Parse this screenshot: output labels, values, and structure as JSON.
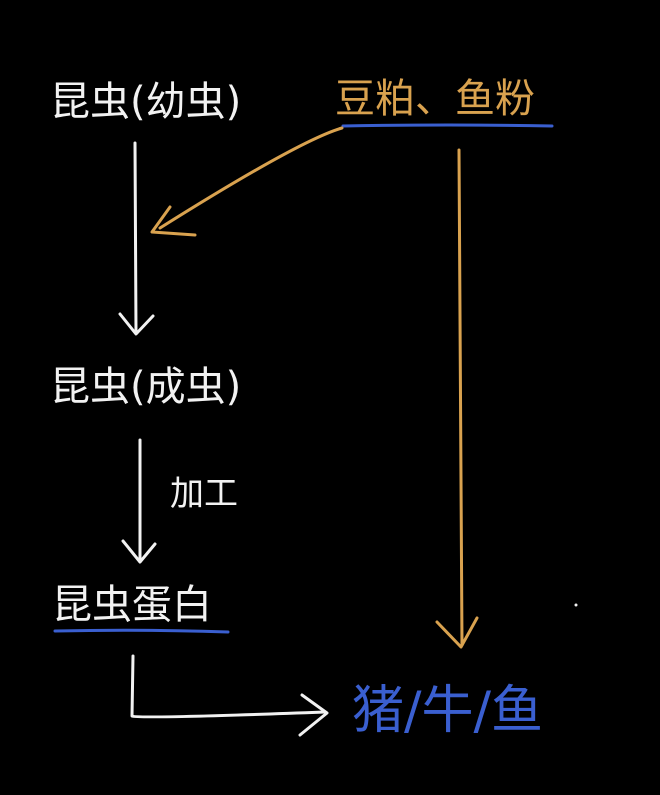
{
  "colors": {
    "background": "#000000",
    "white_ink": "#f2f2f2",
    "orange_ink": "#d9a24f",
    "blue_ink": "#3a5fd0"
  },
  "nodes": {
    "insect_larva": "昆虫(幼虫)",
    "insect_adult": "昆虫(成虫)",
    "insect_protein": "昆虫蛋白",
    "soy_fishmeal": "豆粕、鱼粉",
    "livestock": "猪/牛/鱼"
  },
  "edges": {
    "processing_label": "加工"
  }
}
